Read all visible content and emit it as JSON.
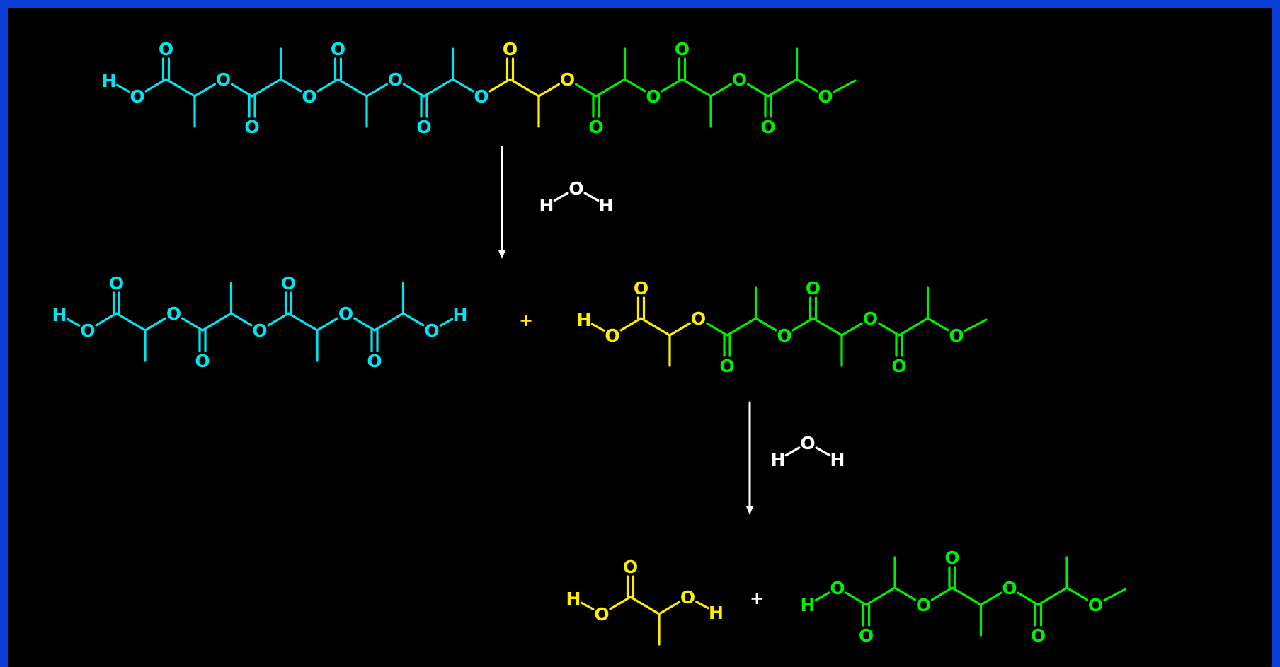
{
  "colors": {
    "cyan": "#00e5f0",
    "yellow": "#ffee00",
    "green": "#00ee00",
    "white": "#ffffff",
    "background": "#000000",
    "border": "#0a3fd6"
  },
  "reaction": {
    "plus_sign": "+",
    "water": {
      "o": "O",
      "h": "H"
    },
    "atom_o": "O",
    "atom_h": "H"
  }
}
